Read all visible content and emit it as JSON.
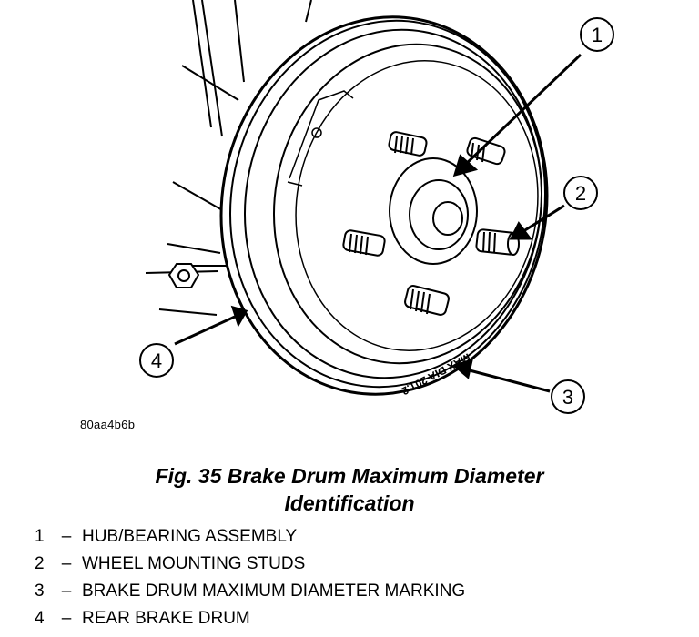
{
  "figure": {
    "art_code": "80aa4b6b",
    "caption_line1": "Fig. 35 Brake Drum Maximum Diameter",
    "caption_line2": "Identification",
    "drum_marking": "MAX DIA 201.2"
  },
  "callouts": [
    {
      "number": "1",
      "label": "HUB/BEARING ASSEMBLY"
    },
    {
      "number": "2",
      "label": "WHEEL MOUNTING STUDS"
    },
    {
      "number": "3",
      "label": "BRAKE DRUM MAXIMUM DIAMETER MARKING"
    },
    {
      "number": "4",
      "label": "REAR BRAKE DRUM"
    }
  ],
  "legend_separator": "–",
  "colors": {
    "ink": "#000000",
    "paper": "#ffffff"
  }
}
